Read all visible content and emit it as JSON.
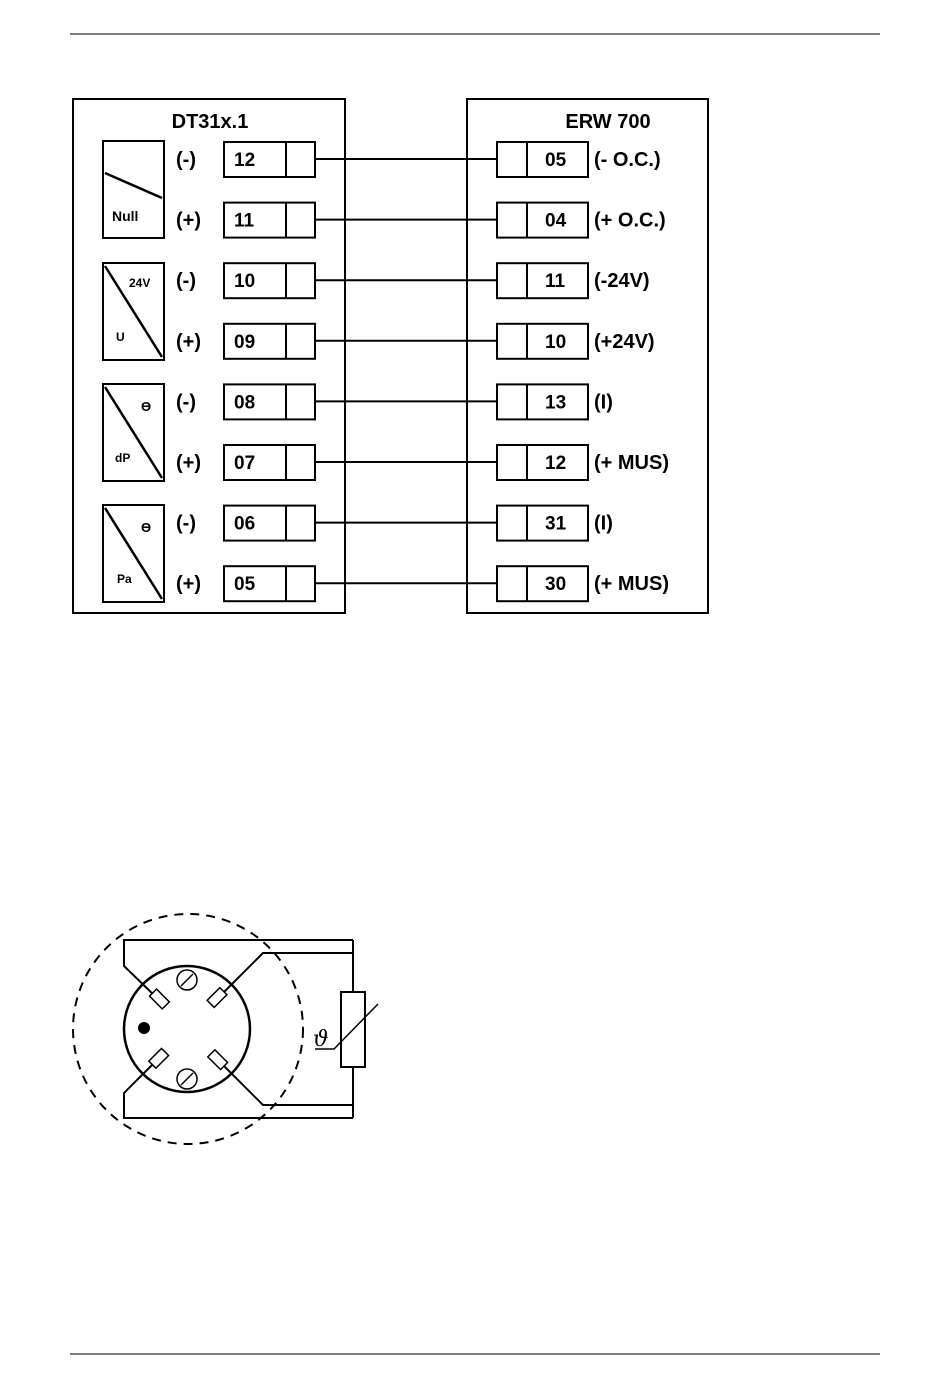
{
  "left_device": {
    "title": "DT31x.1",
    "blocks": [
      {
        "symbol": "null-symbol",
        "label": "Null",
        "label2": ""
      },
      {
        "symbol": "voltage-symbol",
        "label": "U",
        "label2": "24V"
      },
      {
        "symbol": "theta-symbol",
        "label": "dP",
        "label2": "ϴ"
      },
      {
        "symbol": "theta-symbol",
        "label": "Pa",
        "label2": "ϴ"
      }
    ],
    "terminals": [
      {
        "pol": "(-)",
        "num": "12"
      },
      {
        "pol": "(+)",
        "num": "11"
      },
      {
        "pol": "(-)",
        "num": "10"
      },
      {
        "pol": "(+)",
        "num": "09"
      },
      {
        "pol": "(-)",
        "num": "08"
      },
      {
        "pol": "(+)",
        "num": "07"
      },
      {
        "pol": "(-)",
        "num": "06"
      },
      {
        "pol": "(+)",
        "num": "05"
      }
    ]
  },
  "right_device": {
    "title": "ERW 700",
    "terminals": [
      {
        "num": "05",
        "desc": "(- O.C.)"
      },
      {
        "num": "04",
        "desc": "(+ O.C.)"
      },
      {
        "num": "11",
        "desc": "(-24V)"
      },
      {
        "num": "10",
        "desc": "(+24V)"
      },
      {
        "num": "13",
        "desc": "(I)"
      },
      {
        "num": "12",
        "desc": "(+ MUS)"
      },
      {
        "num": "31",
        "desc": "(I)"
      },
      {
        "num": "30",
        "desc": "(+ MUS)"
      }
    ]
  },
  "sensor_diagram": {
    "resistor_symbol": "ϑ"
  }
}
